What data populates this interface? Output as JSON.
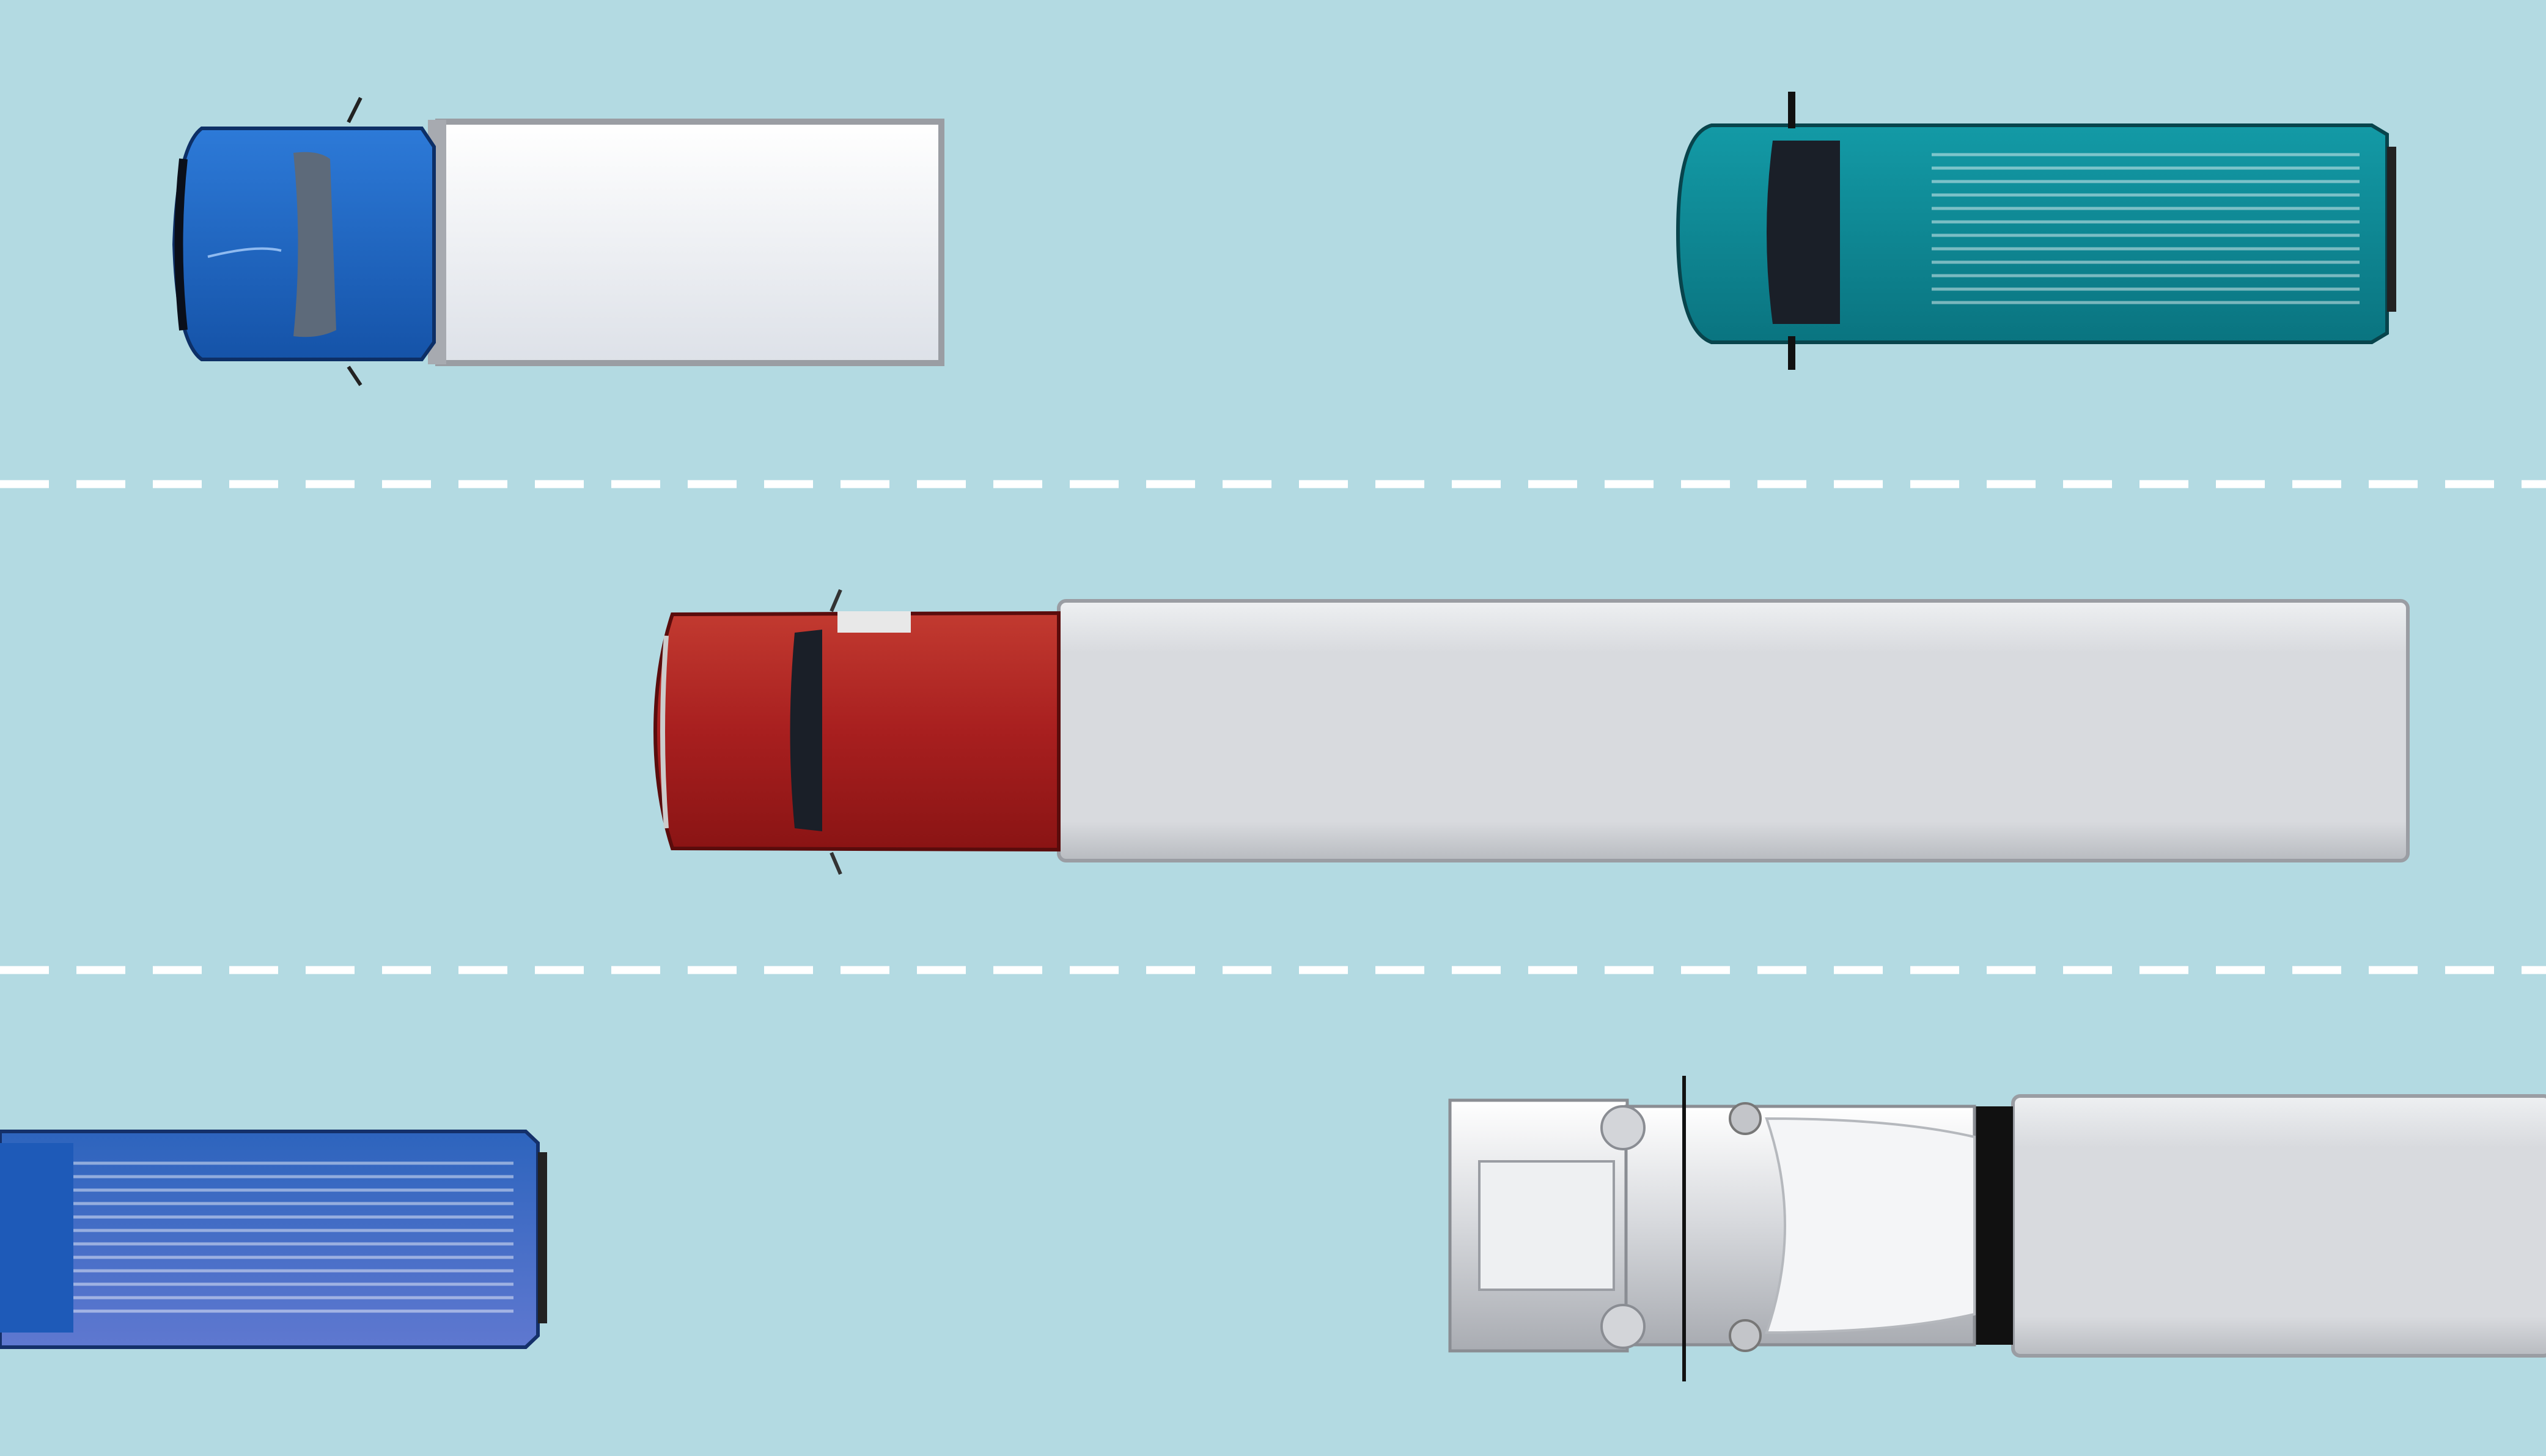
{
  "scene": {
    "road_color": "#b3dae2",
    "lane_marking_color": "#ffffff",
    "vehicles": [
      {
        "id": "box-truck",
        "cab_color": "#1e6cc4",
        "body_color": "#f2f3f6"
      },
      {
        "id": "teal-van",
        "body_color": "#0c8a96"
      },
      {
        "id": "red-semi",
        "cab_color": "#a81f1f",
        "trailer_color": "#d9dbdf"
      },
      {
        "id": "blue-van",
        "body_color": "#2a62b8"
      },
      {
        "id": "white-semi",
        "cab_color": "#e4e6e9",
        "trailer_color": "#dfe1e4"
      }
    ]
  }
}
